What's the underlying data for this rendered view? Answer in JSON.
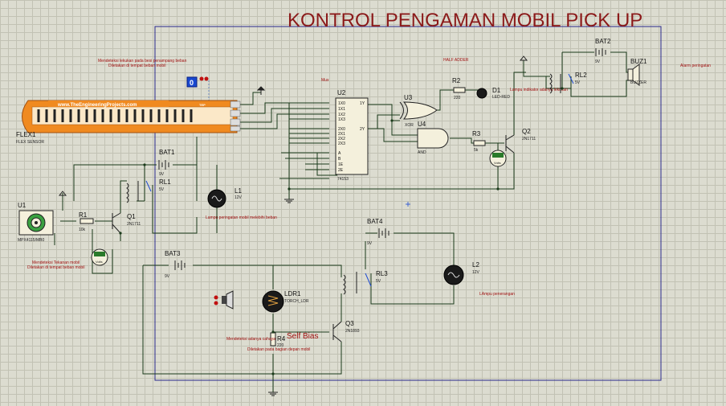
{
  "title": "KONTROL PENGAMAN MOBIL PICK UP",
  "notes": {
    "flex_note_1": "Mendeteksi lekukan pada besi penampang beban",
    "flex_note_2": "Diletakan di tempat beban mobil",
    "half_adder": "HALF ADDER",
    "mux": "Mux",
    "alarm": "Alarm peringatan",
    "lampu_indikator": "Lampu indikator adanya lekukan",
    "lampu_peringatan": "Lampu peringatan mobil melebihi beban",
    "tekanan_1": "Mendeteksi Tekanan mobil",
    "tekanan_2": "Diletakan di tempat beban mobil",
    "lampu_penerangan": "LAmpu penerangan",
    "cahaya_1": "Mendeteksi adanya cahaya",
    "cahaya_2": "Diletakan pada bagian depan mobil",
    "self_bias": "Self Bias"
  },
  "components": {
    "flex": {
      "ref": "FLEX1",
      "type": "FLEX SENSOR",
      "banner": "www.TheEngineeringProjects.com",
      "logo": "TEP"
    },
    "u1": {
      "ref": "U1",
      "type": "MPX4115/MB0"
    },
    "r1": {
      "ref": "R1",
      "value": "10k"
    },
    "q1": {
      "ref": "Q1",
      "type": "2N1711"
    },
    "bat1": {
      "ref": "BAT1",
      "value": "9V"
    },
    "rl1": {
      "ref": "RL1",
      "value": "5V"
    },
    "l1": {
      "ref": "L1",
      "value": "12V"
    },
    "u2": {
      "ref": "U2",
      "type": "74153",
      "pins_left": [
        "1X0",
        "1X1",
        "1X2",
        "1X3",
        "2X0",
        "2X1",
        "2X2",
        "2X3",
        "A",
        "B",
        "1E",
        "2E"
      ],
      "pins_right": [
        "1Y",
        "2Y"
      ]
    },
    "u3": {
      "ref": "U3",
      "type": "XOR"
    },
    "u4": {
      "ref": "U4",
      "type": "AND"
    },
    "r2": {
      "ref": "R2",
      "value": "220"
    },
    "d1": {
      "ref": "D1",
      "type": "LED-RED"
    },
    "r3": {
      "ref": "R3",
      "value": "5k"
    },
    "q2": {
      "ref": "Q2",
      "type": "2N1711"
    },
    "bat2": {
      "ref": "BAT2",
      "value": "9V"
    },
    "rl2": {
      "ref": "RL2",
      "value": "5V"
    },
    "buz1": {
      "ref": "BUZ1",
      "type": "BUZZER"
    },
    "bat3": {
      "ref": "BAT3",
      "value": "9V"
    },
    "ldr1": {
      "ref": "LDR1",
      "type": "TORCH_LDR"
    },
    "r4": {
      "ref": "R4",
      "value": "220"
    },
    "q3": {
      "ref": "Q3",
      "type": "2N1893"
    },
    "bat4": {
      "ref": "BAT4",
      "value": "9V"
    },
    "rl3": {
      "ref": "RL3",
      "value": "5V"
    },
    "l2": {
      "ref": "L2",
      "value": "12V"
    },
    "logic_probe": {
      "value": "0"
    },
    "voltmeter": {
      "label": "Volts"
    }
  },
  "colors": {
    "wire": "#1a3a1a",
    "frame": "#2a2a8c",
    "title": "#8b1a1a",
    "note": "#a01010",
    "flex_body": "#f08a20"
  }
}
